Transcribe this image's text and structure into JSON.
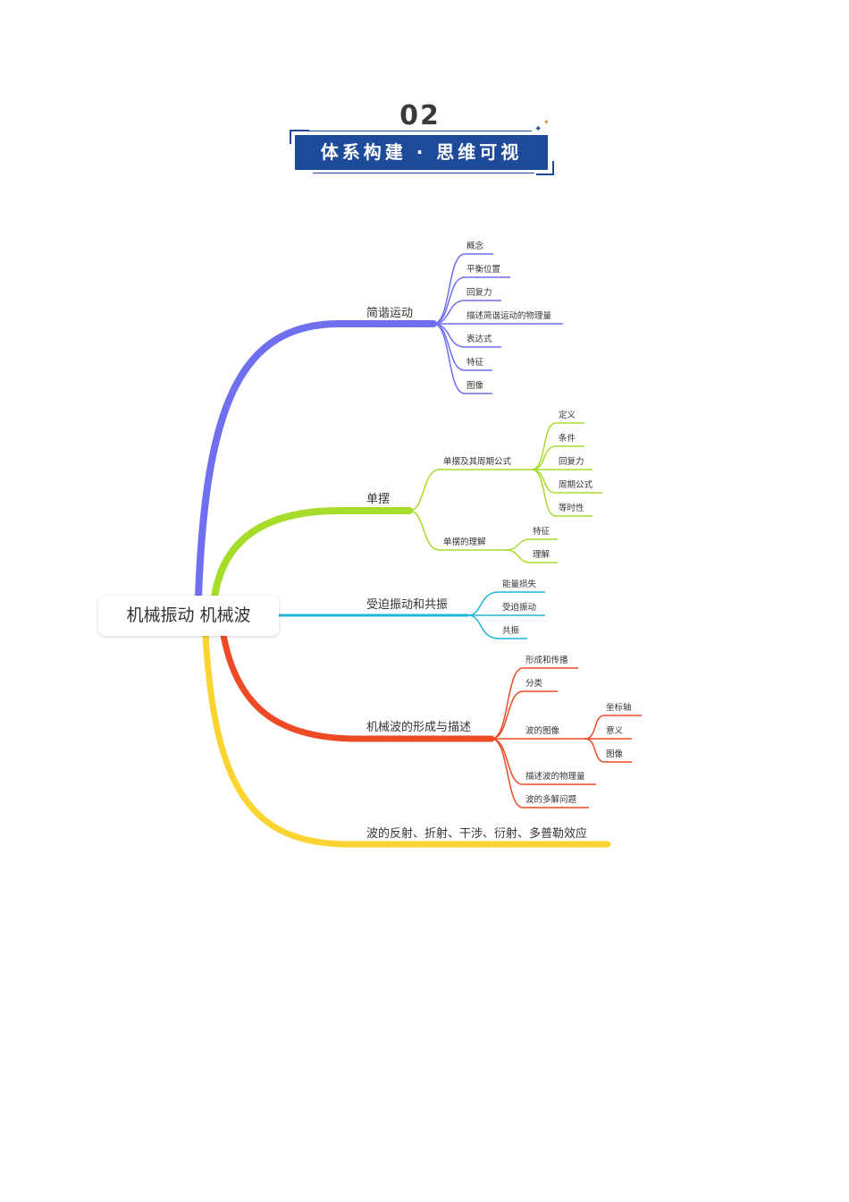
{
  "header": {
    "number": "02",
    "banner_title": "体系构建 · 思维可视"
  },
  "mindmap": {
    "root": "机械振动 机械波",
    "colors": {
      "branch1": "#6f6ff0",
      "branch2": "#a6dd2a",
      "branch3": "#1fb6d8",
      "branch4": "#ee4a26",
      "branch5": "#fbd432"
    },
    "branches": [
      {
        "label": "简谐运动",
        "children": [
          "概念",
          "平衡位置",
          "回复力",
          "描述简谐运动的物理量",
          "表达式",
          "特征",
          "图像"
        ]
      },
      {
        "label": "单摆",
        "children": [
          {
            "label": "单摆及其周期公式",
            "children": [
              "定义",
              "条件",
              "回复力",
              "周期公式",
              "等时性"
            ]
          },
          {
            "label": "单摆的理解",
            "children": [
              "特征",
              "理解"
            ]
          }
        ]
      },
      {
        "label": "受迫振动和共振",
        "children": [
          "能量损失",
          "受迫振动",
          "共振"
        ]
      },
      {
        "label": "机械波的形成与描述",
        "children": [
          {
            "label": "形成和传播"
          },
          {
            "label": "分类"
          },
          {
            "label": "波的图像",
            "children": [
              "坐标轴",
              "意义",
              "图像"
            ]
          },
          {
            "label": "描述波的物理量"
          },
          {
            "label": "波的多解问题"
          }
        ]
      },
      {
        "label": "波的反射、折射、干涉、衍射、多普勒效应",
        "children": []
      }
    ]
  }
}
